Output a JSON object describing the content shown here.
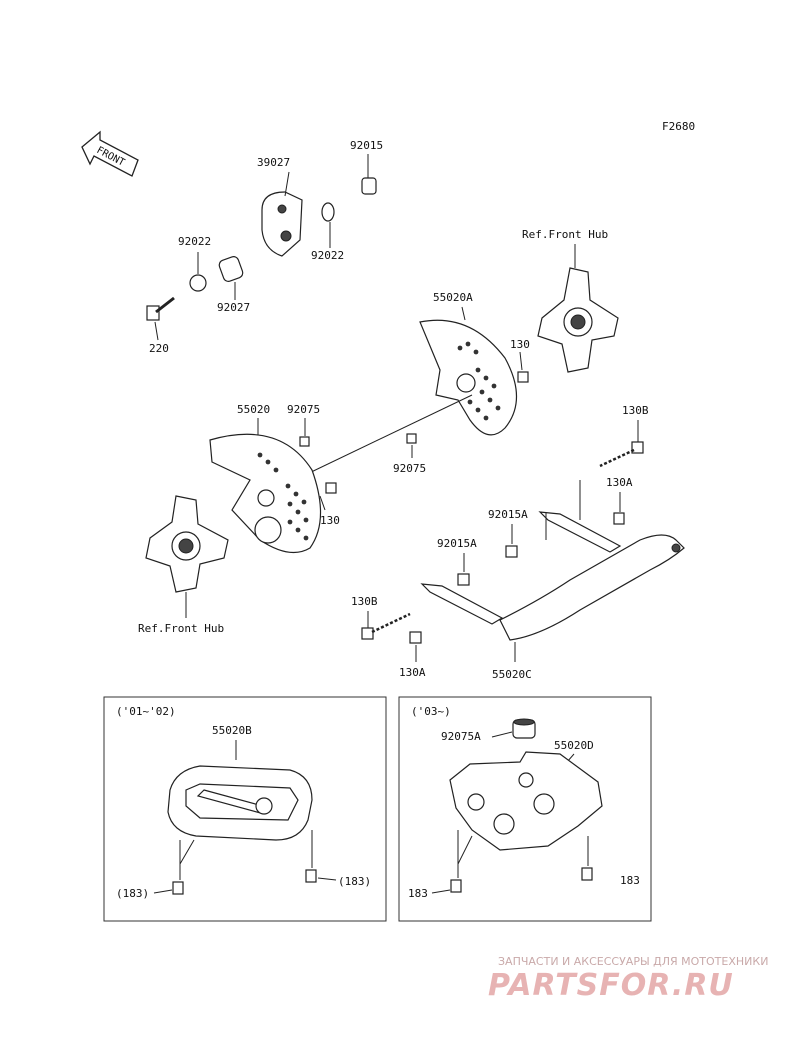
{
  "diagram_code": "F2680",
  "front_arrow": "FRONT",
  "callouts": {
    "p39027": "39027",
    "p92015": "92015",
    "p92022_top": "92022",
    "p92022_left": "92022",
    "p92027": "92027",
    "p220": "220",
    "ref_front_hub_top": "Ref.Front Hub",
    "p55020A": "55020A",
    "p130_a": "130",
    "p55020": "55020",
    "p92075_a": "92075",
    "p92075_b": "92075",
    "p130_b": "130",
    "p130B_right": "130B",
    "p130A_right": "130A",
    "p92015A_a": "92015A",
    "p92015A_b": "92015A",
    "p130B_left": "130B",
    "ref_front_hub_bottom": "Ref.Front Hub",
    "p130A_bottom": "130A",
    "p55020C": "55020C"
  },
  "left_inset": {
    "year_range": "('01~'02)",
    "part_main": "55020B",
    "bolt_left": "(183)",
    "bolt_right": "(183)"
  },
  "right_inset": {
    "year_range": "('03~)",
    "part_nut": "92075A",
    "part_main": "55020D",
    "bolt_left": "183",
    "bolt_right": "183"
  },
  "watermark": {
    "tagline": "ЗАПЧАСТИ И АКСЕССУАРЫ ДЛЯ МОТОТЕХНИКИ",
    "brand": "PARTSFOR.RU"
  }
}
